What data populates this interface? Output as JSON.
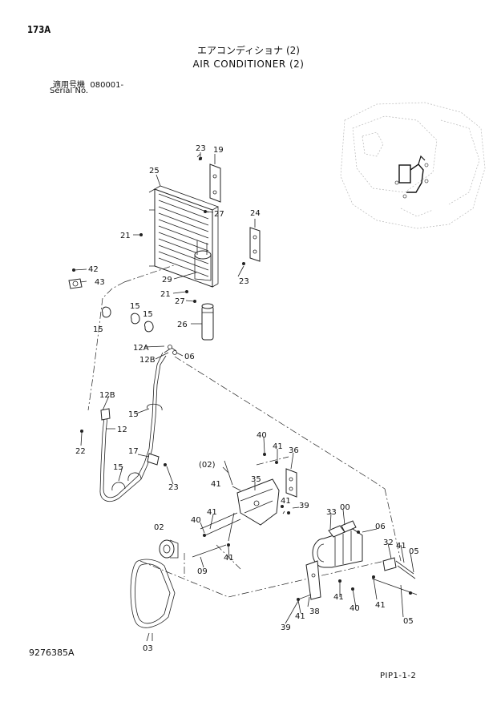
{
  "header": {
    "page_id": "173A",
    "title_jp": "エアコンディショナ (2)",
    "title_en": "AIR CONDITIONER (2)",
    "serial_label_jp": "適用号機",
    "serial_value": "080001-",
    "serial_label_en": "Serial No."
  },
  "footer": {
    "drawing_number": "9276385A",
    "page_code": "PIP1-1-2"
  },
  "callouts": {
    "c23_top": "23",
    "c19": "19",
    "c25": "25",
    "c27_top": "27",
    "c24": "24",
    "c21_left": "21",
    "c42": "42",
    "c43": "43",
    "c29": "29",
    "c23_mid": "23",
    "c21_mid": "21",
    "c27_mid": "27",
    "c15_a": "15",
    "c15_b": "15",
    "c15_c": "15",
    "c26": "26",
    "c12a": "12A",
    "c06_top": "06",
    "c12b_top": "12B",
    "c12b_left": "12B",
    "c15_d": "15",
    "c12": "12",
    "c22": "22",
    "c17": "17",
    "c15_e": "15",
    "c23_bot": "23",
    "c40_top": "40",
    "c41_a": "41",
    "c36": "36",
    "c02_paren": "(02)",
    "c41_b": "41",
    "c35": "35",
    "c41_c": "41",
    "c39_top": "39",
    "c33": "33",
    "c00": "00",
    "c06_right": "06",
    "c02": "02",
    "c41_d": "41",
    "c40_mid": "40",
    "c41_e": "41",
    "c09": "09",
    "c32": "32",
    "c41_f": "41",
    "c05_top": "05",
    "c41_g": "41",
    "c40_bot": "40",
    "c41_h": "41",
    "c05_bot": "05",
    "c39_bot": "39",
    "c41_i": "41",
    "c38": "38",
    "c03": "03"
  }
}
